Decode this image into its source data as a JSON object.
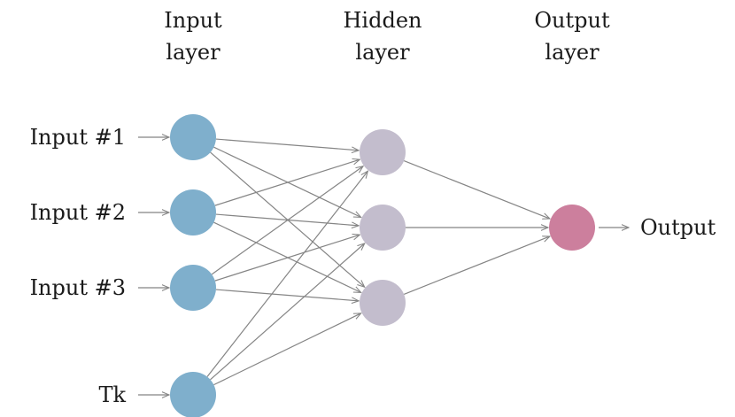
{
  "layers": [
    {
      "id": "input",
      "title_line1": "Input",
      "title_line2": "layer"
    },
    {
      "id": "hidden",
      "title_line1": "Hidden",
      "title_line2": "layer"
    },
    {
      "id": "output",
      "title_line1": "Output",
      "title_line2": "layer"
    }
  ],
  "inputs": [
    {
      "label": "Input #1"
    },
    {
      "label": "Input #2"
    },
    {
      "label": "Input #3"
    },
    {
      "label": "Tk"
    }
  ],
  "hidden_count": 3,
  "output": {
    "label": "Output"
  },
  "colors": {
    "input_node": "#7fafcc",
    "hidden_node": "#c3bdcd",
    "output_node": "#cc7f9d",
    "edge": "#858585",
    "text": "#1a1a1a"
  }
}
